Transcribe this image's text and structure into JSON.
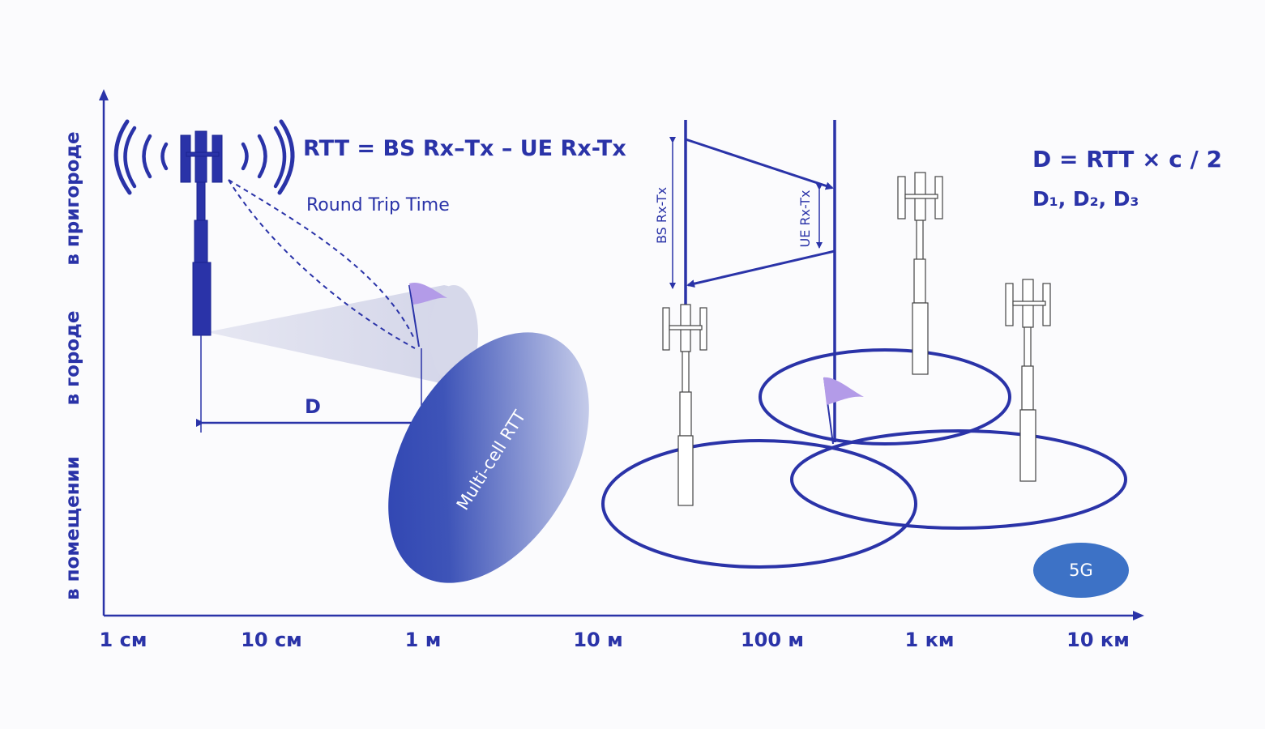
{
  "axes": {
    "x_ticks": [
      "1 см",
      "10 см",
      "1 м",
      "10 м",
      "100 м",
      "1 км",
      "10 км"
    ],
    "y_bands": [
      "в помещении",
      "в городе",
      "в пригороде"
    ]
  },
  "rtt": {
    "formula": "RTT = BS Rx–Tx – UE Rx-Tx",
    "caption": "Round Trip Time",
    "distance_label": "D"
  },
  "timing": {
    "bs_label": "BS Rx-Tx",
    "ue_label": "UE Rx-Tx"
  },
  "multicell": {
    "label": "Multi-cell RTT"
  },
  "formula_right": {
    "line1": "D = RTT × c / 2",
    "line2": "D₁, D₂, D₃"
  },
  "badge": {
    "label": "5G"
  },
  "colors": {
    "primary": "#2a33a8",
    "accent_flag": "#b39be8",
    "cone": "#d6d8ea",
    "badge": "#3d72c6"
  }
}
